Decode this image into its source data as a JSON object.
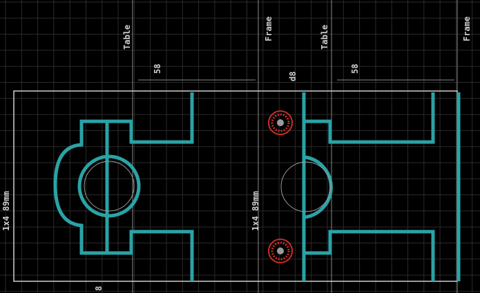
{
  "app": {
    "view": "pcb-layout-canvas"
  },
  "colors": {
    "background": "#000000",
    "grid": "#2b2b2b",
    "guide": "#8a8a8a",
    "outline": "#cfcfcf",
    "copper": "#2aa3a6",
    "hole_marker": "#cc2b2b",
    "drill": "#9b9b9b"
  },
  "labels": {
    "table_left": "Table",
    "frame_left": "Frame",
    "table_right": "Table",
    "frame_right": "Frame",
    "dim_58_left": "58",
    "dim_58_right": "58",
    "dim_d8": "d8",
    "dim_size_left": "1x4 89mm",
    "dim_size_right": "1x4 89mm",
    "dim_bottom_8": "8"
  }
}
